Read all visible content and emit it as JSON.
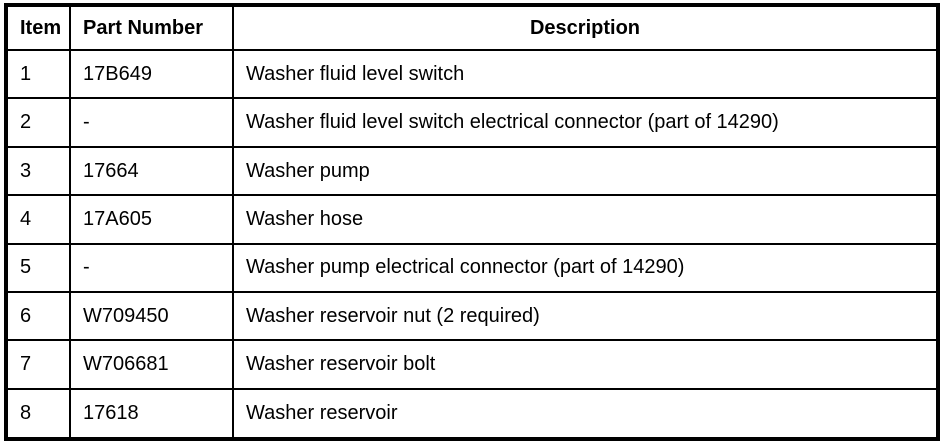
{
  "table": {
    "columns": [
      {
        "label": "Item"
      },
      {
        "label": "Part Number"
      },
      {
        "label": "Description"
      }
    ],
    "rows": [
      {
        "item": "1",
        "part_number": "17B649",
        "description": "Washer fluid level switch"
      },
      {
        "item": "2",
        "part_number": "-",
        "description": "Washer fluid level switch electrical connector (part of 14290)"
      },
      {
        "item": "3",
        "part_number": "17664",
        "description": "Washer pump"
      },
      {
        "item": "4",
        "part_number": "17A605",
        "description": "Washer hose"
      },
      {
        "item": "5",
        "part_number": "-",
        "description": "Washer pump electrical connector (part of 14290)"
      },
      {
        "item": "6",
        "part_number": "W709450",
        "description": "Washer reservoir nut (2 required)"
      },
      {
        "item": "7",
        "part_number": "W706681",
        "description": "Washer reservoir bolt"
      },
      {
        "item": "8",
        "part_number": "17618",
        "description": "Washer reservoir"
      }
    ],
    "colors": {
      "border": "#000000",
      "background": "#ffffff",
      "text": "#000000"
    }
  }
}
